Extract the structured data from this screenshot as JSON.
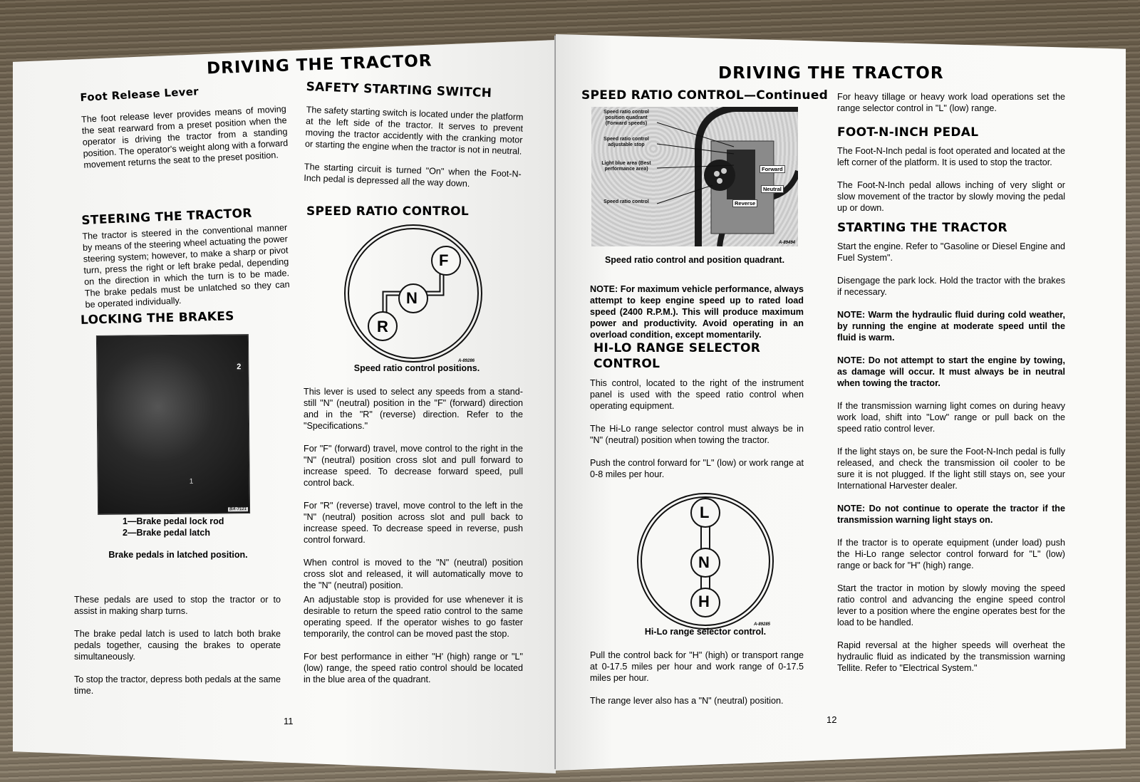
{
  "left_page": {
    "page_title": "DRIVING THE TRACTOR",
    "page_number": "11",
    "foot_release": {
      "heading": "Foot Release Lever",
      "text": "The foot release lever provides means of moving the seat rearward from a preset position when the operator is driving the tractor from a standing position. The operator's weight along with a forward movement returns the seat to the preset position."
    },
    "steering": {
      "heading": "STEERING THE TRACTOR",
      "text": "The tractor is steered in the conventional manner by means of the steering wheel actuating the power steering system; however, to make a sharp or pivot turn, press the right or left brake pedal, depending on the direction in which the turn is to be made. The brake pedals must be unlatched so they can be operated individually."
    },
    "locking_brakes": {
      "heading": "LOCKING THE BRAKES",
      "photo": {
        "callout_number": "2",
        "callout_number_1": "1",
        "figure_id": "BA-7121"
      },
      "legend": [
        "1—Brake pedal lock rod",
        "2—Brake pedal latch"
      ],
      "caption": "Brake pedals in latched position.",
      "paragraphs": [
        "These pedals are used to stop the tractor or to assist in making sharp turns.",
        "The brake pedal latch is used to latch both brake pedals together, causing the brakes to operate simultaneously.",
        "To stop the tractor, depress both pedals at the same time."
      ]
    },
    "safety_switch": {
      "heading": "SAFETY STARTING SWITCH",
      "paragraphs": [
        "The safety starting switch is located under the platform at the left side of the tractor. It serves to prevent moving the tractor accidently with the cranking motor or starting the engine when the tractor is not in neutral.",
        "The starting circuit is turned \"On\" when the Foot-N-Inch pedal is depressed all the way down."
      ]
    },
    "speed_ratio": {
      "heading": "SPEED RATIO CONTROL",
      "diagram": {
        "positions": [
          "F",
          "N",
          "R"
        ],
        "figure_id": "A-89286",
        "caption": "Speed ratio control positions."
      },
      "paragraphs": [
        "This lever is used to select any speeds from a stand-still \"N\" (neutral) position in the \"F\" (forward) direction and in the \"R\" (reverse) direction. Refer to the \"Specifications.\"",
        "For \"F\" (forward) travel, move control to the right in the \"N\" (neutral) position cross slot and pull forward to increase speed. To decrease forward speed, pull control back.",
        "For \"R\" (reverse) travel, move control to the left in the \"N\" (neutral) position across slot and pull back to increase speed. To decrease speed in reverse, push control forward.",
        "When control is moved to the \"N\" (neutral) position cross slot and released, it will automatically move to the \"N\" (neutral) position.",
        "An adjustable stop is provided for use whenever it is desirable to return the speed ratio control to the same operating speed. If the operator wishes to go faster temporarily, the control can be moved past the stop.",
        "For best performance in either \"H' (high) range or \"L\" (low) range, the speed ratio control should be located in the blue area of the quadrant."
      ]
    }
  },
  "right_page": {
    "page_title": "DRIVING THE TRACTOR",
    "page_number": "12",
    "speed_ratio_continued": {
      "heading": "SPEED RATIO CONTROL—Continued",
      "photo": {
        "labels": [
          "Speed ratio control position quadrant (Forward speeds)",
          "Speed ratio control adjustable stop",
          "Light blue area (Best performance area)",
          "Speed ratio control"
        ],
        "tags": [
          "Forward",
          "Neutral",
          "Reverse"
        ],
        "figure_id": "A-89494"
      },
      "caption": "Speed ratio control and position quadrant.",
      "note": "NOTE: For maximum vehicle performance, always attempt to keep engine speed up to rated load speed (2400 R.P.M.). This will produce maximum power and productivity.  Avoid operating in an overload condition, except momentarily."
    },
    "hilo": {
      "heading_line1": "HI-LO RANGE SELECTOR",
      "heading_line2": "CONTROL",
      "paragraphs": [
        "This control, located to the right of the instrument panel is used with the speed ratio control when operating equipment.",
        "The Hi-Lo range selector control must always be in \"N\" (neutral) position when towing the tractor.",
        "Push the control forward for \"L\" (low) or work range at 0-8 miles per hour."
      ],
      "diagram": {
        "positions": [
          "L",
          "N",
          "H"
        ],
        "figure_id": "A-89285",
        "caption": "Hi-Lo range selector control."
      },
      "after_paragraphs": [
        "Pull the control back for \"H\" (high) or transport range at 0-17.5 miles per hour and work range of 0-17.5 miles per hour.",
        "The range lever also has a \"N\" (neutral) position."
      ]
    },
    "right_column": {
      "intro": "For heavy tillage or heavy work load operations set the range selector control in \"L\" (low) range.",
      "foot_n_inch": {
        "heading": "FOOT-N-INCH PEDAL",
        "paragraphs": [
          "The Foot-N-Inch pedal is foot operated and located at the left corner of the platform. It is used to stop the tractor.",
          "The Foot-N-Inch pedal allows inching of very slight or slow movement of the tractor by slowly moving the pedal up or down."
        ]
      },
      "starting": {
        "heading": "STARTING THE TRACTOR",
        "paragraphs": [
          "Start the engine. Refer to \"Gasoline or Diesel Engine and Fuel System\".",
          "Disengage the park lock. Hold the tractor with the brakes if necessary.",
          "NOTE: Warm the hydraulic fluid during cold weather, by running the engine at moderate speed until the fluid is warm.",
          "NOTE: Do not attempt to start the engine by towing, as damage will occur. It must always be in neutral when towing the tractor.",
          "If the transmission warning light comes on during heavy work load, shift into \"Low\" range or pull back on the speed ratio control lever.",
          "If the light stays on, be sure the Foot-N-Inch pedal is fully released, and check the transmission oil cooler to be sure it is not plugged. If the light still stays on, see your International Harvester dealer.",
          "NOTE: Do not continue to operate the tractor if the transmission warning light stays on.",
          "If the tractor is to operate equipment (under load) push the Hi-Lo range selector control forward for \"L\" (low) range or back for \"H\" (high) range.",
          "Start the tractor in motion by slowly moving the speed ratio control and advancing the engine speed control lever to a position where the engine operates best for the load to be handled.",
          "Rapid reversal at the higher speeds will overheat the hydraulic fluid as indicated by the transmission warning Tellite. Refer to \"Electrical System.\""
        ]
      }
    }
  }
}
